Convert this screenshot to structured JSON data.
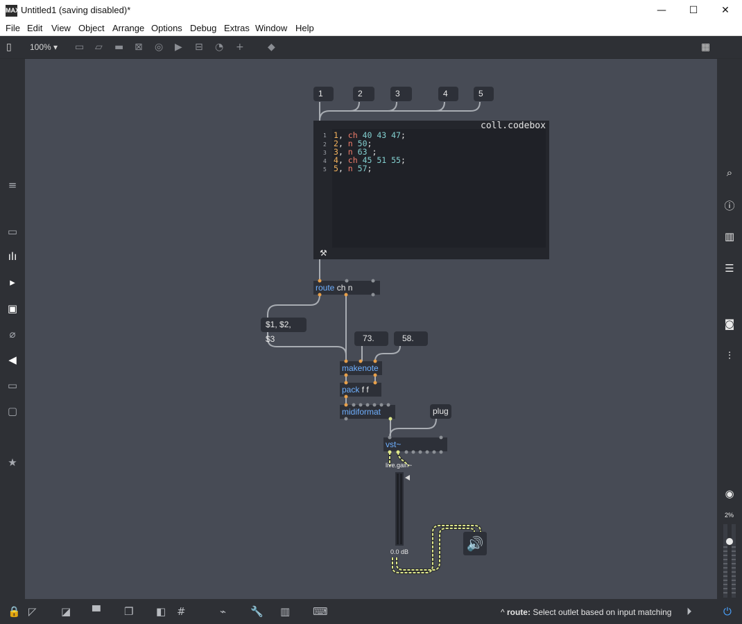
{
  "window": {
    "app_logo": "MAX",
    "title": "Untitled1 (saving disabled)*",
    "minimize": "—",
    "maximize": "☐",
    "close": "✕"
  },
  "menu": [
    "File",
    "Edit",
    "View",
    "Object",
    "Arrange",
    "Options",
    "Debug",
    "Extras",
    "Window",
    "Help"
  ],
  "toolbar": {
    "zoom": "100%"
  },
  "patch": {
    "messages": {
      "m1": "1",
      "m2": "2",
      "m3": "3",
      "m4": "4",
      "m5": "5",
      "dollar": "$1, $2, $3",
      "n73": "73.",
      "n58": "58.",
      "plug": "plug"
    },
    "codebox": {
      "title": "coll.codebox",
      "lines": [
        {
          "num": "1",
          "idx": "1",
          "sym": "ch",
          "vals": "40 43 47",
          "end": ";"
        },
        {
          "num": "2",
          "idx": "2",
          "sym": "n",
          "vals": "50",
          "end": ";"
        },
        {
          "num": "3",
          "idx": "3",
          "sym": "n",
          "vals": "63",
          "end": " ;"
        },
        {
          "num": "4",
          "idx": "4",
          "sym": "ch",
          "vals": "45 51 55",
          "end": ";"
        },
        {
          "num": "5",
          "idx": "5",
          "sym": "n",
          "vals": "57",
          "end": ";"
        }
      ]
    },
    "objects": {
      "route_kw": "route",
      "route_args": "ch n",
      "makenote": "makenote",
      "pack_kw": "pack",
      "pack_args": "f f",
      "midiformat": "midiformat",
      "vst": "vst~"
    },
    "gain": {
      "label": "live.gain~",
      "value": "0.0 dB"
    }
  },
  "right_panel": {
    "cpu": "2%"
  },
  "status": {
    "object": "route:",
    "description": "Select outlet based on input matching",
    "caret": "^"
  },
  "colors": {
    "canvas": "#474b55",
    "chrome": "#2e3035",
    "object": "#2d3038",
    "keyword": "#6fb0ff",
    "patchcord": "#a9adb3",
    "signal": "#dfe88a"
  }
}
